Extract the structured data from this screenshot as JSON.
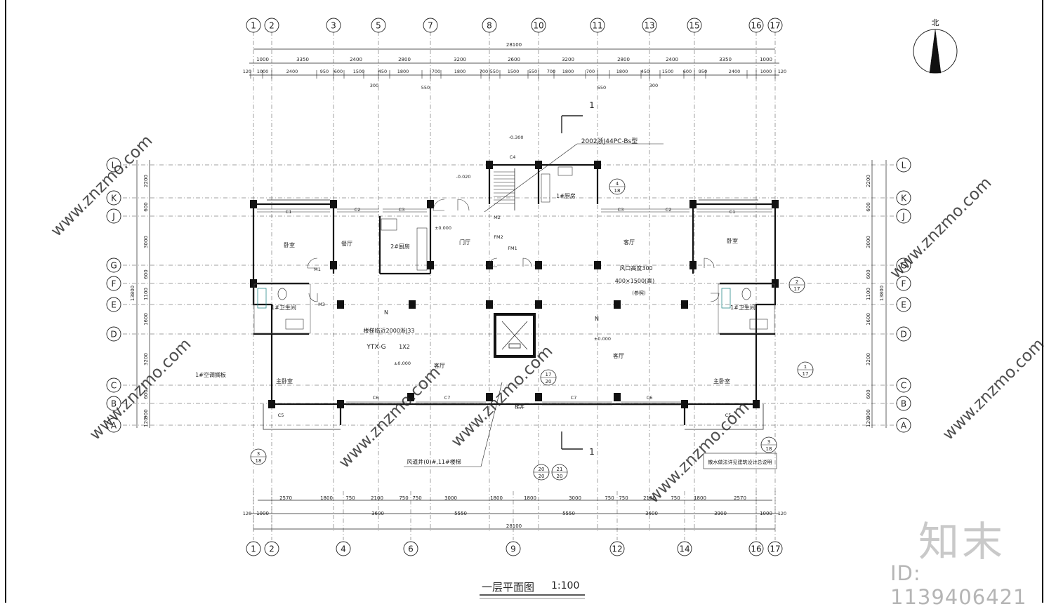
{
  "drawing": {
    "title": "一层平面图",
    "scale": "1:100",
    "north_label": "北"
  },
  "watermark": {
    "logo_text": "知末",
    "id_text": "ID: 1139406421",
    "site_text": "www.znzmo.com"
  },
  "axes": {
    "vertical": [
      "1",
      "2",
      "3",
      "5",
      "7",
      "8",
      "10",
      "11",
      "13",
      "15",
      "16",
      "17"
    ],
    "vertical_bottom": [
      "1",
      "2",
      "4",
      "6",
      "9",
      "12",
      "14",
      "16",
      "17"
    ],
    "horizontal_left": [
      "L",
      "K",
      "J",
      "G",
      "F",
      "E",
      "D",
      "C",
      "B",
      "A"
    ],
    "horizontal_right": [
      "L",
      "K",
      "J",
      "G",
      "F",
      "E",
      "D",
      "C",
      "B",
      "A"
    ]
  },
  "dimensions": {
    "top_total": "28100",
    "top_row1": [
      "1000",
      "3350",
      "2400",
      "2800",
      "3200",
      "2600",
      "3200",
      "2800",
      "2400",
      "3350",
      "1000"
    ],
    "top_row2": [
      "1000",
      "2400",
      "950",
      "600",
      "1500",
      "450",
      "1800",
      "700",
      "1800",
      "700",
      "550",
      "1500",
      "550",
      "700",
      "1800",
      "700",
      "1800",
      "450",
      "1500",
      "600",
      "950",
      "2400",
      "1000"
    ],
    "top_row3": [
      "300",
      "550",
      "550",
      "300"
    ],
    "top_edge": [
      "120",
      "120"
    ],
    "bottom_row1": [
      "2570",
      "1800",
      "750",
      "2100",
      "750",
      "750",
      "3000",
      "1800",
      "1800",
      "3000",
      "750",
      "750",
      "2100",
      "750",
      "1800",
      "2570"
    ],
    "bottom_row2": [
      "1000",
      "3600",
      "5550",
      "5550",
      "3600",
      "3900",
      "1000"
    ],
    "bottom_total": "28100",
    "bottom_edge": [
      "120",
      "120"
    ],
    "left_total": "13800",
    "left_col": [
      "2200",
      "600",
      "3000",
      "600",
      "1100",
      "1600",
      "3200",
      "600",
      "900",
      "120"
    ],
    "right_total": "13800",
    "right_col": [
      "2200",
      "600",
      "3000",
      "600",
      "1100",
      "1600",
      "3200",
      "600",
      "900",
      "120"
    ]
  },
  "rooms": [
    {
      "label": "卧室"
    },
    {
      "label": "餐厅"
    },
    {
      "label": "2#厨房"
    },
    {
      "label": "门厅"
    },
    {
      "label": "1#厨房"
    },
    {
      "label": "客厅"
    },
    {
      "label": "卧室"
    },
    {
      "label": "1#卫生间"
    },
    {
      "label": "1#卫生间"
    },
    {
      "label": "主卧室"
    },
    {
      "label": "客厅"
    },
    {
      "label": "客厅"
    },
    {
      "label": "主卧室"
    },
    {
      "label": "N"
    },
    {
      "label": "N"
    }
  ],
  "annotations": {
    "ref_2002": "2002浙J44PC-Bs型",
    "vent_detail": "风口高度300",
    "vent_size": "400×1500(高)",
    "vent_note": "(参照)",
    "stair_note": "楼梯临近2000浙J33",
    "elev_note": "YTX-G",
    "elev_num": "1X2",
    "ac_note": "1#空调搁板",
    "lift_shaft": "梯井",
    "level_0": "±0.000",
    "level_m1": "-0.020",
    "level_m3": "-0.300",
    "flue_note": "风道井(0)#,11#楼梯",
    "drain_note": "散水做法详见建筑设计总说明",
    "section_label": "1",
    "window_labels": [
      "C1",
      "C2",
      "C3",
      "C4",
      "C5",
      "C6",
      "C7"
    ],
    "door_labels": [
      "M1",
      "M2",
      "M3",
      "FM1",
      "FM2"
    ],
    "callouts": [
      "4/18",
      "2/17",
      "1/17",
      "3/18",
      "3/18",
      "17/20",
      "20/20",
      "21/20"
    ]
  }
}
